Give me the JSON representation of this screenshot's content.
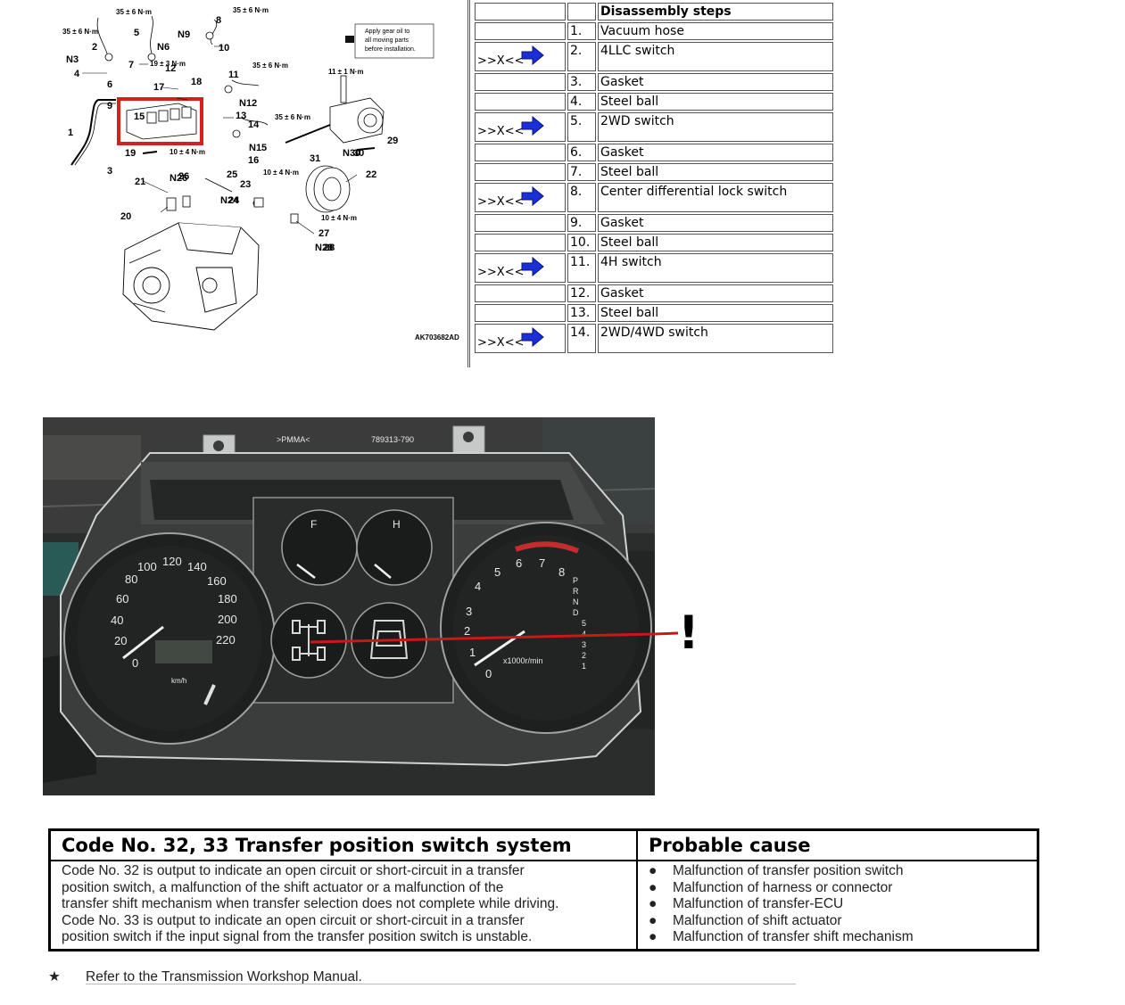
{
  "diagram": {
    "note": [
      "Apply gear oil to",
      "all moving parts",
      "before installation."
    ],
    "code": "AK703682AD",
    "labels": [
      "1",
      "2",
      "3",
      "4",
      "5",
      "6",
      "7",
      "8",
      "9",
      "10",
      "11",
      "12",
      "13",
      "14",
      "15",
      "16",
      "17",
      "18",
      "19",
      "20",
      "21",
      "22",
      "23",
      "24",
      "25",
      "26",
      "27",
      "28",
      "29",
      "30",
      "31"
    ],
    "n_labels": [
      "N3",
      "N6",
      "N9",
      "N12",
      "N15",
      "N24",
      "N26",
      "N28",
      "N30"
    ],
    "torques": [
      "35 ± 6 N·m",
      "35 ± 6 N·m",
      "35 ± 6 N·m",
      "19 ± 3 N·m",
      "35 ± 6 N·m",
      "35 ± 6 N·m",
      "11 ± 1 N·m",
      "10 ± 4 N·m",
      "10 ± 4 N·m",
      "10 ± 4 N·m"
    ]
  },
  "steps": {
    "header": "Disassembly steps",
    "xref_text": ">>X<<",
    "rows": [
      {
        "no": "1.",
        "name": "Vacuum hose",
        "xref": false
      },
      {
        "no": "2.",
        "name": "4LLC switch",
        "xref": true
      },
      {
        "no": "3.",
        "name": "Gasket",
        "xref": false
      },
      {
        "no": "4.",
        "name": "Steel ball",
        "xref": false
      },
      {
        "no": "5.",
        "name": "2WD switch",
        "xref": true
      },
      {
        "no": "6.",
        "name": "Gasket",
        "xref": false
      },
      {
        "no": "7.",
        "name": "Steel ball",
        "xref": false
      },
      {
        "no": "8.",
        "name": "Center differential lock switch",
        "xref": true
      },
      {
        "no": "9.",
        "name": "Gasket",
        "xref": false
      },
      {
        "no": "10.",
        "name": "Steel ball",
        "xref": false
      },
      {
        "no": "11.",
        "name": "4H switch",
        "xref": true
      },
      {
        "no": "12.",
        "name": "Gasket",
        "xref": false
      },
      {
        "no": "13.",
        "name": "Steel ball",
        "xref": false
      },
      {
        "no": "14.",
        "name": "2WD/4WD switch",
        "xref": true
      }
    ]
  },
  "cluster": {
    "part_left": ">PMMA<",
    "part_right": "789313-790",
    "speed_ticks": [
      "0",
      "20",
      "40",
      "60",
      "80",
      "100",
      "120",
      "140",
      "160",
      "180",
      "200",
      "220"
    ],
    "speed_unit": "km/h",
    "tach_ticks": [
      "0",
      "1",
      "2",
      "3",
      "4",
      "5",
      "6",
      "7",
      "8"
    ],
    "tach_unit": "x1000r/min",
    "gear_letters": [
      "P",
      "R",
      "N",
      "D",
      "5",
      "4",
      "3",
      "2",
      "1"
    ],
    "fuel_mark": "F",
    "temp_mark": "H",
    "exclamation": "!"
  },
  "code_table": {
    "title": "Code No. 32, 33 Transfer position switch system",
    "cause_title": "Probable cause",
    "description_lines": [
      "Code No. 32 is output to indicate an open circuit or short-circuit in a transfer",
      "position switch, a malfunction of the shift actuator or a malfunction of the",
      "transfer shift mechanism when transfer selection does not complete while driving.",
      "Code No. 33 is output to indicate an open circuit or short-circuit in a transfer",
      "position switch if the input signal from the transfer position switch is unstable."
    ],
    "bullet": "●",
    "causes": [
      "Malfunction of transfer position switch",
      "Malfunction of harness or connector",
      "Malfunction of transfer-ECU",
      "Malfunction of shift actuator",
      "Malfunction of transfer shift mechanism"
    ]
  },
  "footer": {
    "star": "★",
    "text": "Refer to the Transmission Workshop Manual."
  },
  "colors": {
    "highlight_box": "#d42020",
    "arrow_blue": "#1a2fd8",
    "red_line": "#c81818",
    "photo_bg": "#2f3030"
  }
}
